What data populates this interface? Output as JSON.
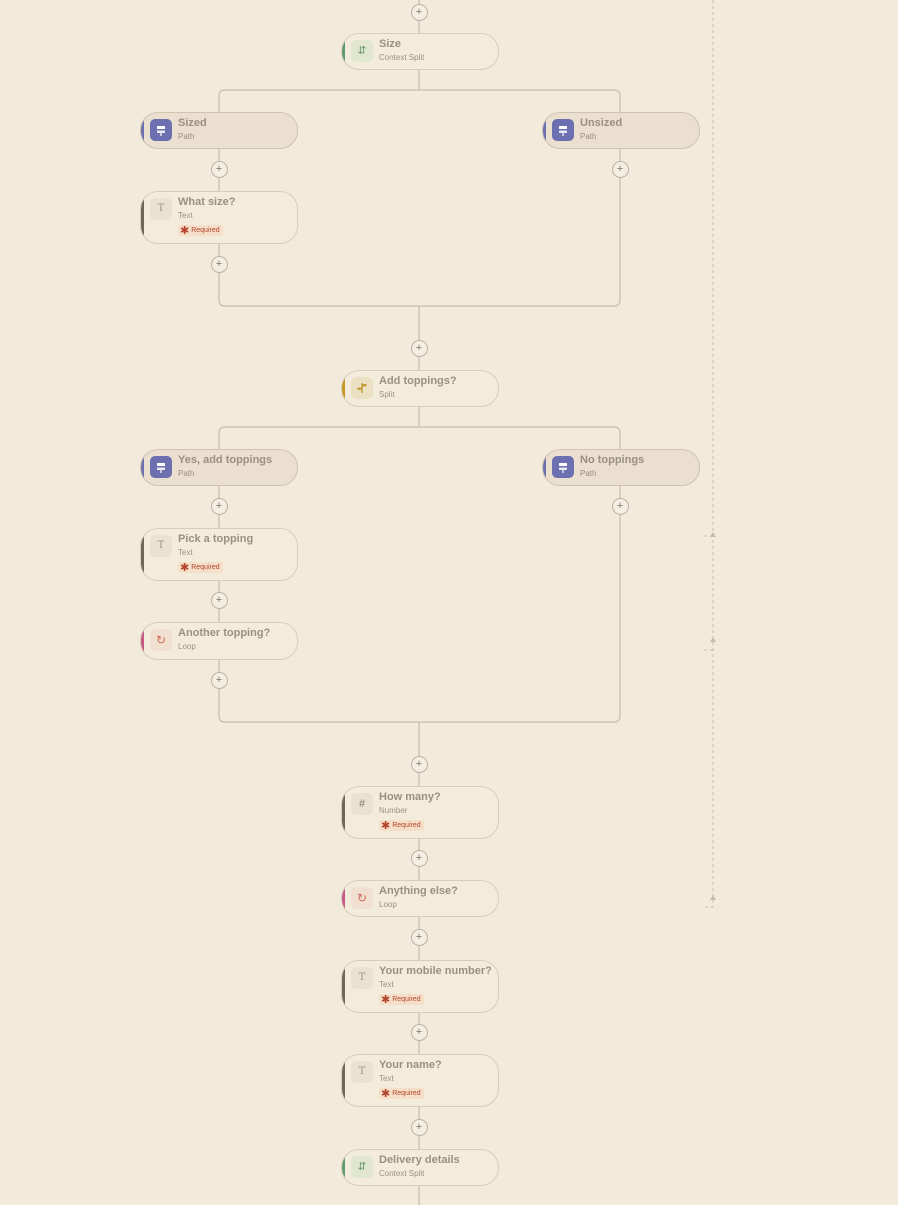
{
  "nodes": [
    {
      "kind": "context",
      "title": "Size",
      "subtitle": "Context Split"
    },
    {
      "kind": "path",
      "title": "Sized",
      "subtitle": "Path"
    },
    {
      "kind": "path",
      "title": "Unsized",
      "subtitle": "Path"
    },
    {
      "kind": "text",
      "title": "What size?",
      "subtitle": "Text",
      "badge": "Required"
    },
    {
      "kind": "split",
      "title": "Add toppings?",
      "subtitle": "Split"
    },
    {
      "kind": "path",
      "title": "Yes, add toppings",
      "subtitle": "Path"
    },
    {
      "kind": "path",
      "title": "No toppings",
      "subtitle": "Path"
    },
    {
      "kind": "text",
      "title": "Pick a topping",
      "subtitle": "Text",
      "badge": "Required"
    },
    {
      "kind": "loop",
      "title": "Another topping?",
      "subtitle": "Loop"
    },
    {
      "kind": "number",
      "title": "How many?",
      "subtitle": "Number",
      "badge": "Required"
    },
    {
      "kind": "loop",
      "title": "Anything else?",
      "subtitle": "Loop"
    },
    {
      "kind": "text",
      "title": "Your mobile number?",
      "subtitle": "Text",
      "badge": "Required"
    },
    {
      "kind": "text",
      "title": "Your name?",
      "subtitle": "Text",
      "badge": "Required"
    },
    {
      "kind": "context",
      "title": "Delivery details",
      "subtitle": "Context Split"
    }
  ],
  "add_step_label": "+",
  "stripe_colors": {
    "context": "#5e9a6c",
    "split": "#c4951f",
    "path": "#6c6fb0",
    "text": "#6f675a",
    "number": "#6f675a",
    "loop": "#c65a86"
  },
  "icons": {
    "context": "swap-vertical-icon",
    "split": "signpost-icon",
    "path": "path-sign-icon",
    "text": "text-type-icon",
    "number": "hash-icon",
    "loop": "loop-icon"
  },
  "icon_glyphs": {
    "context": "⇵",
    "split": "",
    "path": "",
    "text": "T",
    "number": "#",
    "loop": "↻"
  }
}
